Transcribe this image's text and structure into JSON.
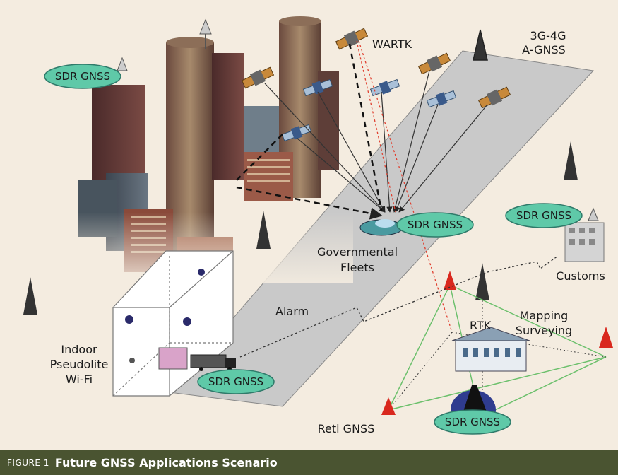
{
  "figure": {
    "caption_prefix": "FIGURE 1",
    "caption_title": "Future GNSS Applications Scenario"
  },
  "labels": {
    "wartk": "WARTK",
    "cellular_1": "3G-4G",
    "cellular_2": "A-GNSS",
    "fleet_1": "Governmental",
    "fleet_2": "Fleets",
    "alarm": "Alarm",
    "indoor_1": "Indoor",
    "indoor_2": "Pseudolite",
    "indoor_3": "Wi-Fi",
    "customs": "Customs",
    "rtk": "RTK",
    "mapping_1": "Mapping",
    "mapping_2": "Surveying",
    "reti": "Reti GNSS"
  },
  "sdr_badges": {
    "city": "SDR GNSS",
    "vehicle": "SDR GNSS",
    "customs": "SDR GNSS",
    "indoor": "SDR GNSS",
    "surveyor": "SDR GNSS"
  },
  "colors": {
    "background": "#f4ece0",
    "caption_bar": "#4a5431",
    "badge_fill": "#5fc9a8",
    "road": "#c9c9c9",
    "rtk_line": "#6cc06c",
    "signal_red": "#e04030"
  }
}
